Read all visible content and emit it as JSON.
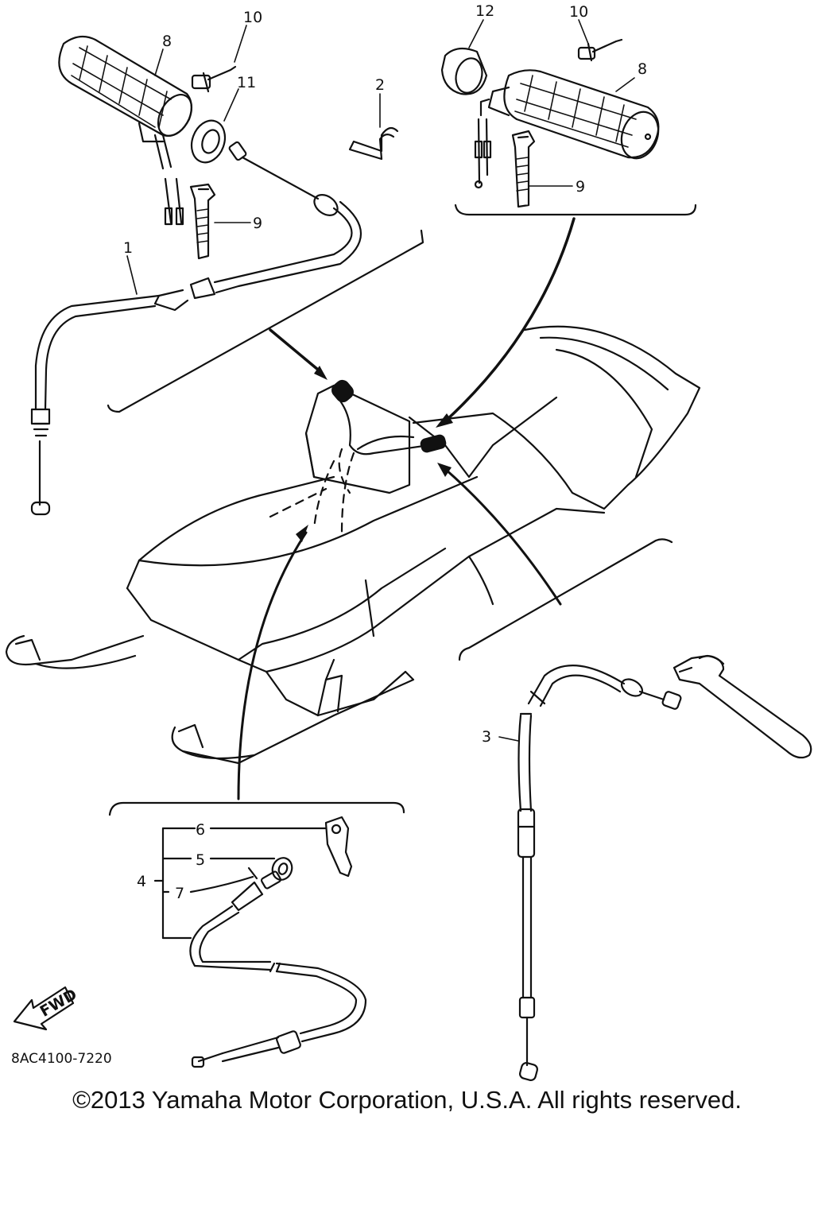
{
  "callouts": [
    "1",
    "2",
    "3",
    "4",
    "5",
    "6",
    "7",
    "8",
    "8",
    "9",
    "9",
    "10",
    "10",
    "11",
    "12"
  ],
  "fwd_label": "FWD",
  "reference_code": "8AC4100-7220",
  "copyright": "©2013 Yamaha Motor Corporation, U.S.A. All rights reserved."
}
